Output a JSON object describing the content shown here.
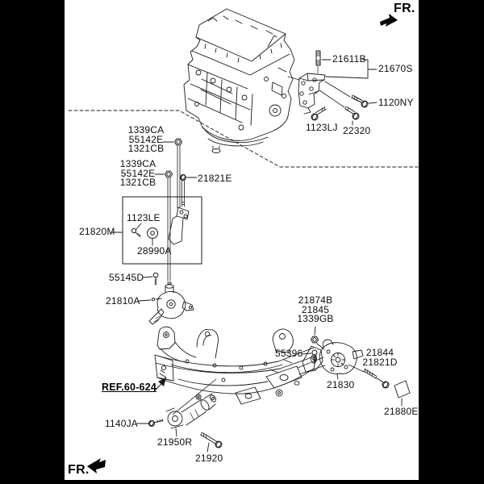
{
  "diagram": {
    "title_hint": "Engine and transaxle mounting parts diagram",
    "direction": {
      "top": "FR.",
      "bottom": "FR."
    },
    "reference_link": "REF.60-624",
    "stacks": {
      "upper1": [
        "1339CA",
        "55142E",
        "1321CB"
      ],
      "upper2": [
        "1339CA",
        "55142E",
        "1321CB"
      ],
      "right_mount": [
        "21874B",
        "21845",
        "1339GB"
      ],
      "right_bolt": [
        "21844",
        "21821D"
      ]
    },
    "parts": {
      "21611B": "21611B",
      "21670S": "21670S",
      "1120NY": "1120NY",
      "1123LJ": "1123LJ",
      "22320": "22320",
      "21821E": "21821E",
      "21820M": "21820M",
      "1123LE": "1123LE",
      "28990A": "28990A",
      "55145D": "55145D",
      "21810A": "21810A",
      "55396": "55396",
      "21830": "21830",
      "21880E": "21880E",
      "1140JA": "1140JA",
      "21950R": "21950R",
      "21920": "21920"
    },
    "colors": {
      "background": "#000000",
      "paper": "#ffffff",
      "ink": "#1a1a1a"
    }
  }
}
